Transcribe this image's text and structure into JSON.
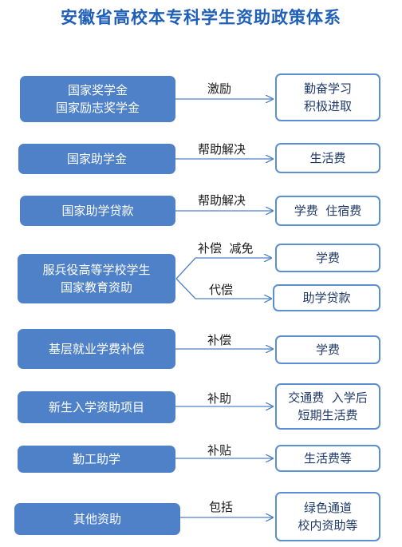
{
  "title": "安徽省高校本专科学生资助政策体系",
  "rows": [
    {
      "source": [
        "国家奖学金",
        "国家励志奖学金"
      ],
      "links": [
        {
          "label": "激励",
          "target": [
            "勤奋学习",
            "积极进取"
          ]
        }
      ]
    },
    {
      "source": [
        "国家助学金"
      ],
      "links": [
        {
          "label": "帮助解决",
          "target": [
            "生活费"
          ]
        }
      ]
    },
    {
      "source": [
        "国家助学贷款"
      ],
      "links": [
        {
          "label": "帮助解决",
          "target": [
            "学费  住宿费"
          ]
        }
      ]
    },
    {
      "source": [
        "服兵役高等学校学生",
        "国家教育资助"
      ],
      "links": [
        {
          "label": "补偿  减免",
          "target": [
            "学费"
          ]
        },
        {
          "label": "代偿",
          "target": [
            "助学贷款"
          ]
        }
      ]
    },
    {
      "source": [
        "基层就业学费补偿"
      ],
      "links": [
        {
          "label": "补偿",
          "target": [
            "学费"
          ]
        }
      ]
    },
    {
      "source": [
        "新生入学资助项目"
      ],
      "links": [
        {
          "label": "补助",
          "target": [
            "交通费  入学后",
            "短期生活费"
          ]
        }
      ]
    },
    {
      "source": [
        "勤工助学"
      ],
      "links": [
        {
          "label": "补贴",
          "target": [
            "生活费等"
          ]
        }
      ]
    },
    {
      "source": [
        "其他资助"
      ],
      "links": [
        {
          "label": "包括",
          "target": [
            "绿色通道",
            "校内资助等"
          ]
        }
      ]
    }
  ]
}
